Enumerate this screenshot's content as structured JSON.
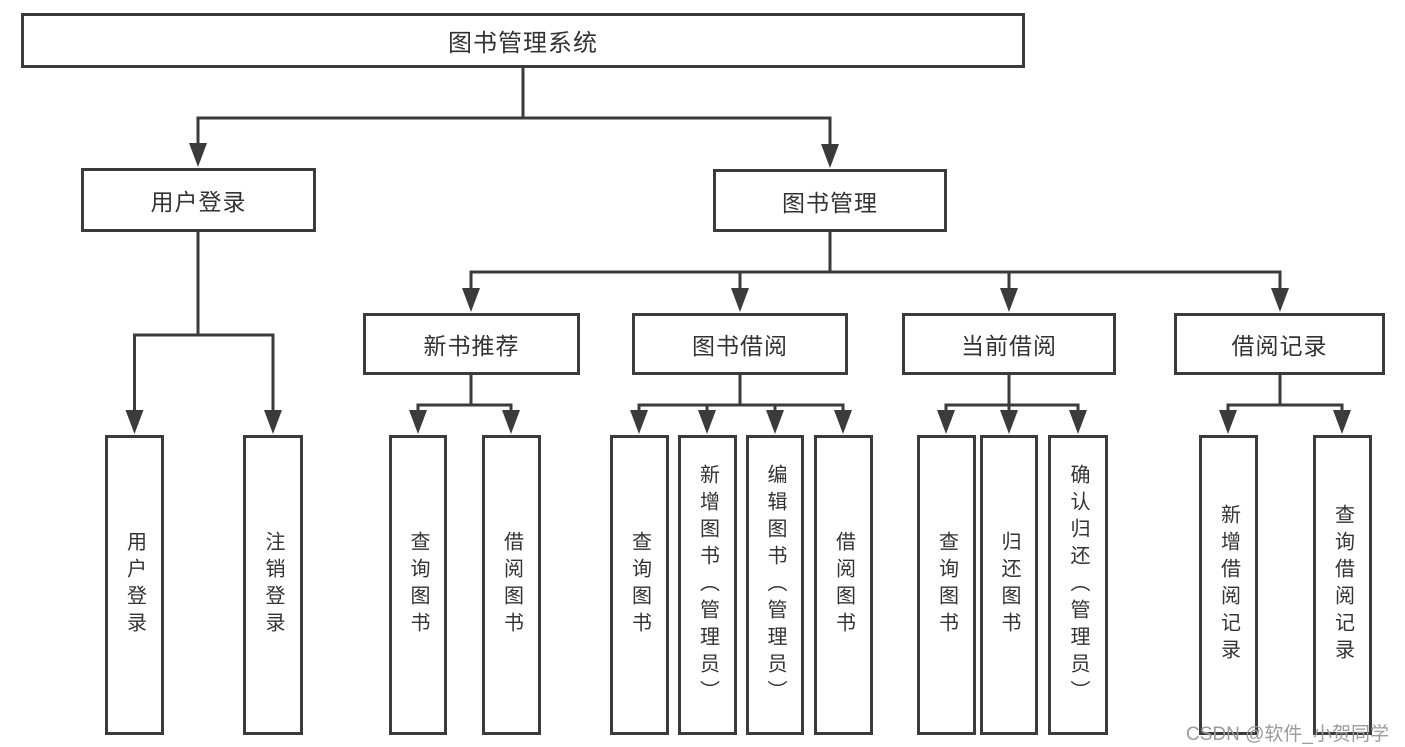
{
  "diagram": {
    "root": {
      "label": "图书管理系统"
    },
    "level2": [
      {
        "id": "user-login",
        "label": "用户登录"
      },
      {
        "id": "book-management",
        "label": "图书管理"
      }
    ],
    "level3": [
      {
        "id": "new-book-recommend",
        "label": "新书推荐"
      },
      {
        "id": "book-borrow",
        "label": "图书借阅"
      },
      {
        "id": "current-borrow",
        "label": "当前借阅"
      },
      {
        "id": "borrow-records",
        "label": "借阅记录"
      }
    ],
    "leaves": [
      {
        "parent": "user-login",
        "label": "用户登录"
      },
      {
        "parent": "user-login",
        "label": "注销登录"
      },
      {
        "parent": "new-book-recommend",
        "label": "查询图书"
      },
      {
        "parent": "new-book-recommend",
        "label": "借阅图书"
      },
      {
        "parent": "book-borrow",
        "label": "查询图书"
      },
      {
        "parent": "book-borrow",
        "label": "新增图书（管理员）"
      },
      {
        "parent": "book-borrow",
        "label": "编辑图书（管理员）"
      },
      {
        "parent": "book-borrow",
        "label": "借阅图书"
      },
      {
        "parent": "current-borrow",
        "label": "查询图书"
      },
      {
        "parent": "current-borrow",
        "label": "归还图书"
      },
      {
        "parent": "current-borrow",
        "label": "确认归还（管理员）"
      },
      {
        "parent": "borrow-records",
        "label": "新增借阅记录"
      },
      {
        "parent": "borrow-records",
        "label": "查询借阅记录"
      }
    ]
  },
  "watermark": {
    "text": "CSDN @软件_小贺同学"
  },
  "colors": {
    "line": "#3b3b3b",
    "text": "#333333",
    "watermark": "#9b9b9b",
    "background": "#ffffff"
  }
}
